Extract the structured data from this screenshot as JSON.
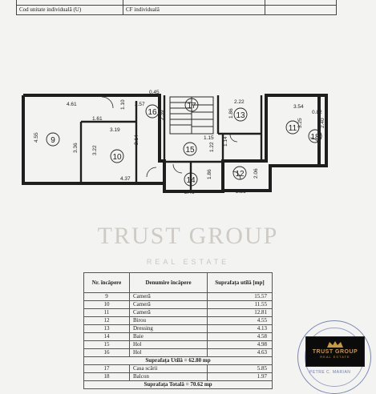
{
  "header_table": {
    "rows": [
      {
        "label": "",
        "value": "",
        "extra": ""
      },
      {
        "label": "Cod unitate individuală (U)",
        "value": "CF individuală",
        "extra": ""
      }
    ]
  },
  "floor_plan": {
    "rooms": [
      {
        "number": "9"
      },
      {
        "number": "10"
      },
      {
        "number": "11"
      },
      {
        "number": "12"
      },
      {
        "number": "13"
      },
      {
        "number": "14"
      },
      {
        "number": "15"
      },
      {
        "number": "16"
      },
      {
        "number": "17"
      },
      {
        "number": "18"
      }
    ],
    "dimensions": [
      "4.61",
      "1.10",
      "2.57",
      "2.39",
      "2.22",
      "3.54",
      "0.82",
      "1.61",
      "3.19",
      "1.86",
      "3.25",
      "2.40",
      "4.55",
      "3.36",
      "3.22",
      "2.14",
      "1.15",
      "1.14",
      "1.22",
      "2.06",
      "1.86",
      "4.37",
      "2.46",
      "2.21",
      "0.45"
    ]
  },
  "watermark": {
    "title": "TRUST GROUP",
    "subtitle": "REAL ESTATE"
  },
  "room_table": {
    "headers": {
      "nr": "Nr. încăpere",
      "name": "Denumire încăpere",
      "area": "Suprafața utilă [mp]"
    },
    "rooms": [
      {
        "nr": "9",
        "name": "Cameră",
        "area": "15.57"
      },
      {
        "nr": "10",
        "name": "Cameră",
        "area": "11.55"
      },
      {
        "nr": "11",
        "name": "Cameră",
        "area": "12.81"
      },
      {
        "nr": "12",
        "name": "Birou",
        "area": "4.55"
      },
      {
        "nr": "13",
        "name": "Dressing",
        "area": "4.13"
      },
      {
        "nr": "14",
        "name": "Baie",
        "area": "4.58"
      },
      {
        "nr": "15",
        "name": "Hol",
        "area": "4.98"
      },
      {
        "nr": "16",
        "name": "Hol",
        "area": "4.63"
      }
    ],
    "useful_total": "Suprafața Utilă = 62.80 mp",
    "extras": [
      {
        "nr": "17",
        "name": "Casa scării",
        "area": "5.85"
      },
      {
        "nr": "18",
        "name": "Balcon",
        "area": "1.97"
      }
    ],
    "grand_total": "Suprafața Totală = 70.62 mp"
  },
  "logo": {
    "title": "TRUST GROUP",
    "subtitle": "REAL ESTATE"
  },
  "stamp": {
    "name": "PETRE C. MARIAN"
  },
  "colors": {
    "watermark": "#b4afa5",
    "logo_bg": "#0b0b0b",
    "logo_gold": "#c99a3b",
    "stamp_blue": "#7a86b0"
  }
}
